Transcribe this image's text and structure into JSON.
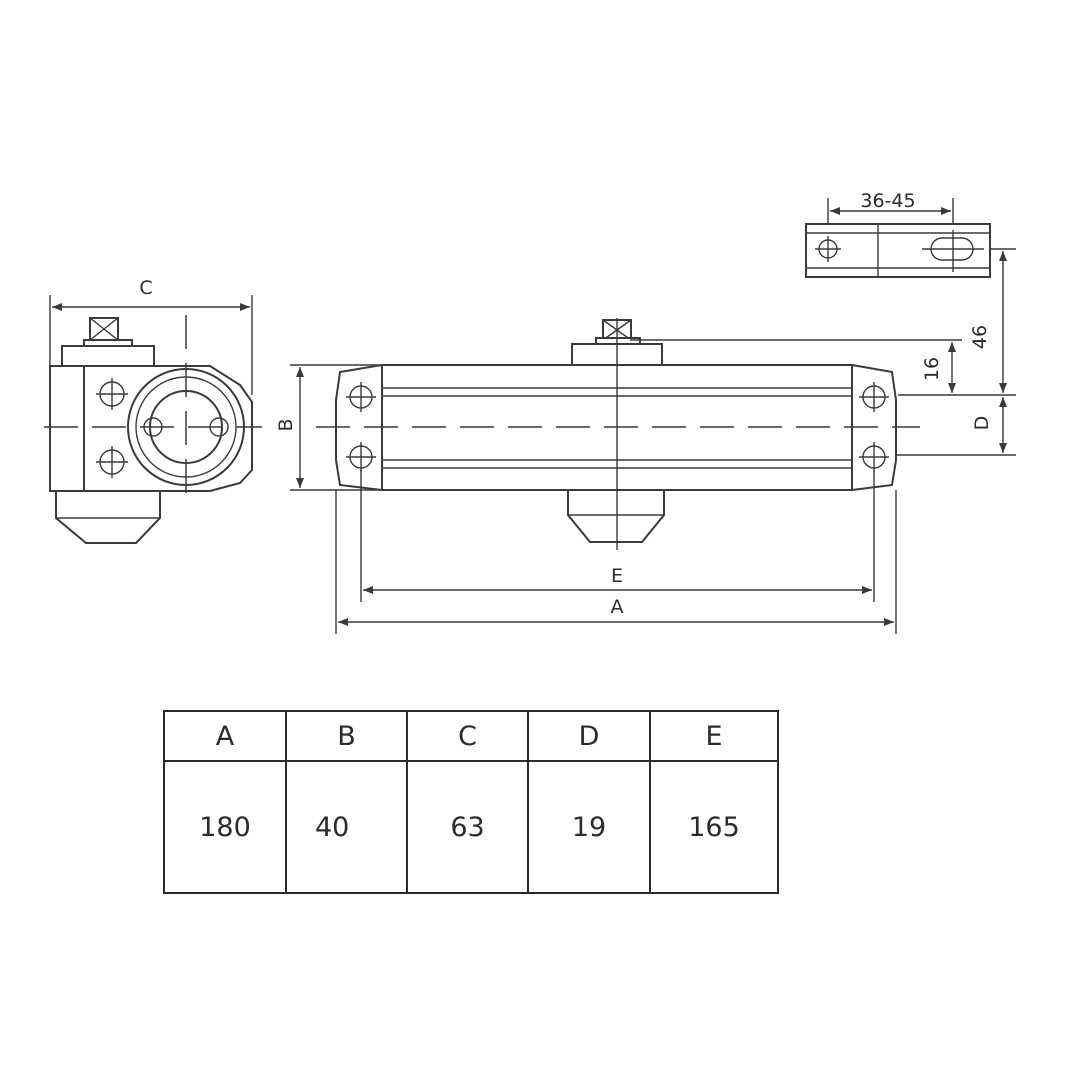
{
  "drawing": {
    "side_view": {
      "dim_width_label": "C"
    },
    "front_view": {
      "dim_height_label": "B",
      "dim_hole_spacing_label": "E",
      "dim_overall_label": "A"
    },
    "bracket": {
      "dim_span_label": "36-45",
      "dim_height_46": "46",
      "dim_height_16": "16",
      "dim_offset_label": "D"
    }
  },
  "table": {
    "headers": [
      "A",
      "B",
      "C",
      "D",
      "E"
    ],
    "values": [
      "180",
      "40",
      "63",
      "19",
      "165"
    ]
  }
}
